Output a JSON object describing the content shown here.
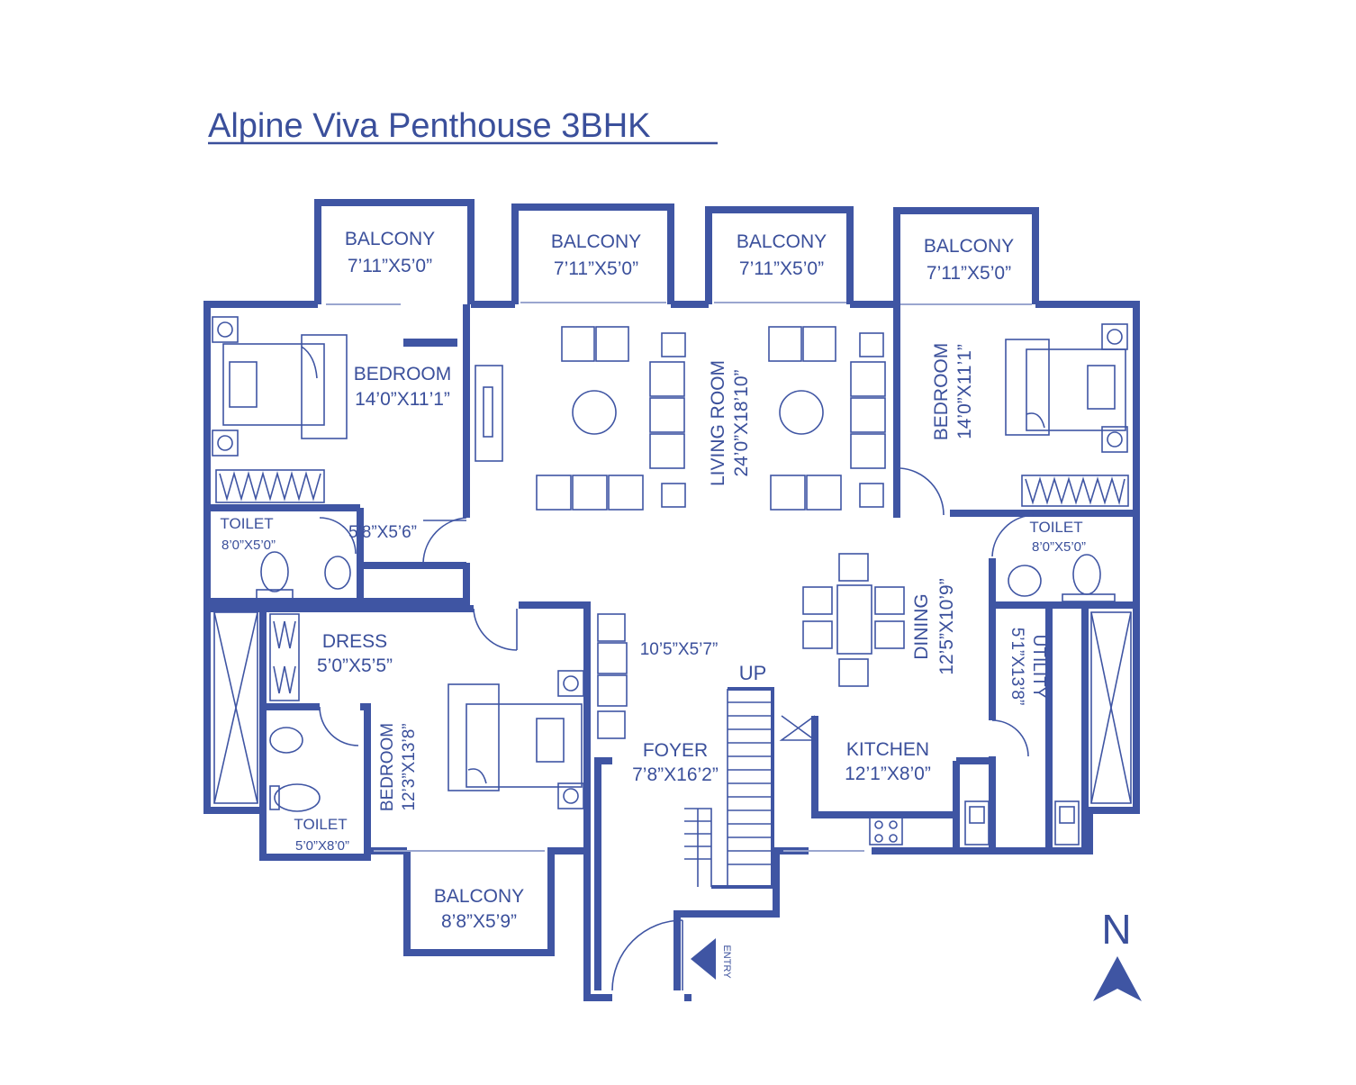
{
  "title": "Alpine Viva Penthouse 3BHK",
  "rooms": {
    "balcony_1": {
      "name": "BALCONY",
      "size": "7’11”X5’0”"
    },
    "balcony_2": {
      "name": "BALCONY",
      "size": "7’11”X5’0”"
    },
    "balcony_3": {
      "name": "BALCONY",
      "size": "7’11”X5’0”"
    },
    "balcony_4": {
      "name": "BALCONY",
      "size": "7’11”X5’0”"
    },
    "bedroom_1": {
      "name": "BEDROOM",
      "size": "14’0”X11’1”"
    },
    "bedroom_2": {
      "name": "BEDROOM",
      "size": "14’0”X11’1”"
    },
    "bedroom_3": {
      "name": "BEDROOM",
      "size": "12’3”X13’8”"
    },
    "living": {
      "name": "LIVING ROOM",
      "size": "24’0”X18’10”"
    },
    "toilet_1": {
      "name": "TOILET",
      "size": "8’0”X5’0”"
    },
    "toilet_2": {
      "name": "TOILET",
      "size": "8’0”X5’0”"
    },
    "toilet_3": {
      "name": "TOILET",
      "size": "5’0”X8’0”"
    },
    "passage": {
      "size": "5’8”X5’6”"
    },
    "dress": {
      "name": "DRESS",
      "size": "5’0”X5’5”"
    },
    "lobby": {
      "size": "10’5”X5’7”"
    },
    "dining": {
      "name": "DINING",
      "size": "12’5”X10’9”"
    },
    "utility": {
      "name": "UTILITY",
      "size": "5’1”X13’8”"
    },
    "foyer": {
      "name": "FOYER",
      "size": "7’8”X16’2”"
    },
    "kitchen": {
      "name": "KITCHEN",
      "size": "12’1”X8’0”"
    },
    "balcony_5": {
      "name": "BALCONY",
      "size": "8’8”X5’9”"
    }
  },
  "stair": "UP",
  "entry": "ENTRY",
  "north": "N",
  "colors": {
    "line": "#3f55a3",
    "text": "#3a4f9b"
  }
}
